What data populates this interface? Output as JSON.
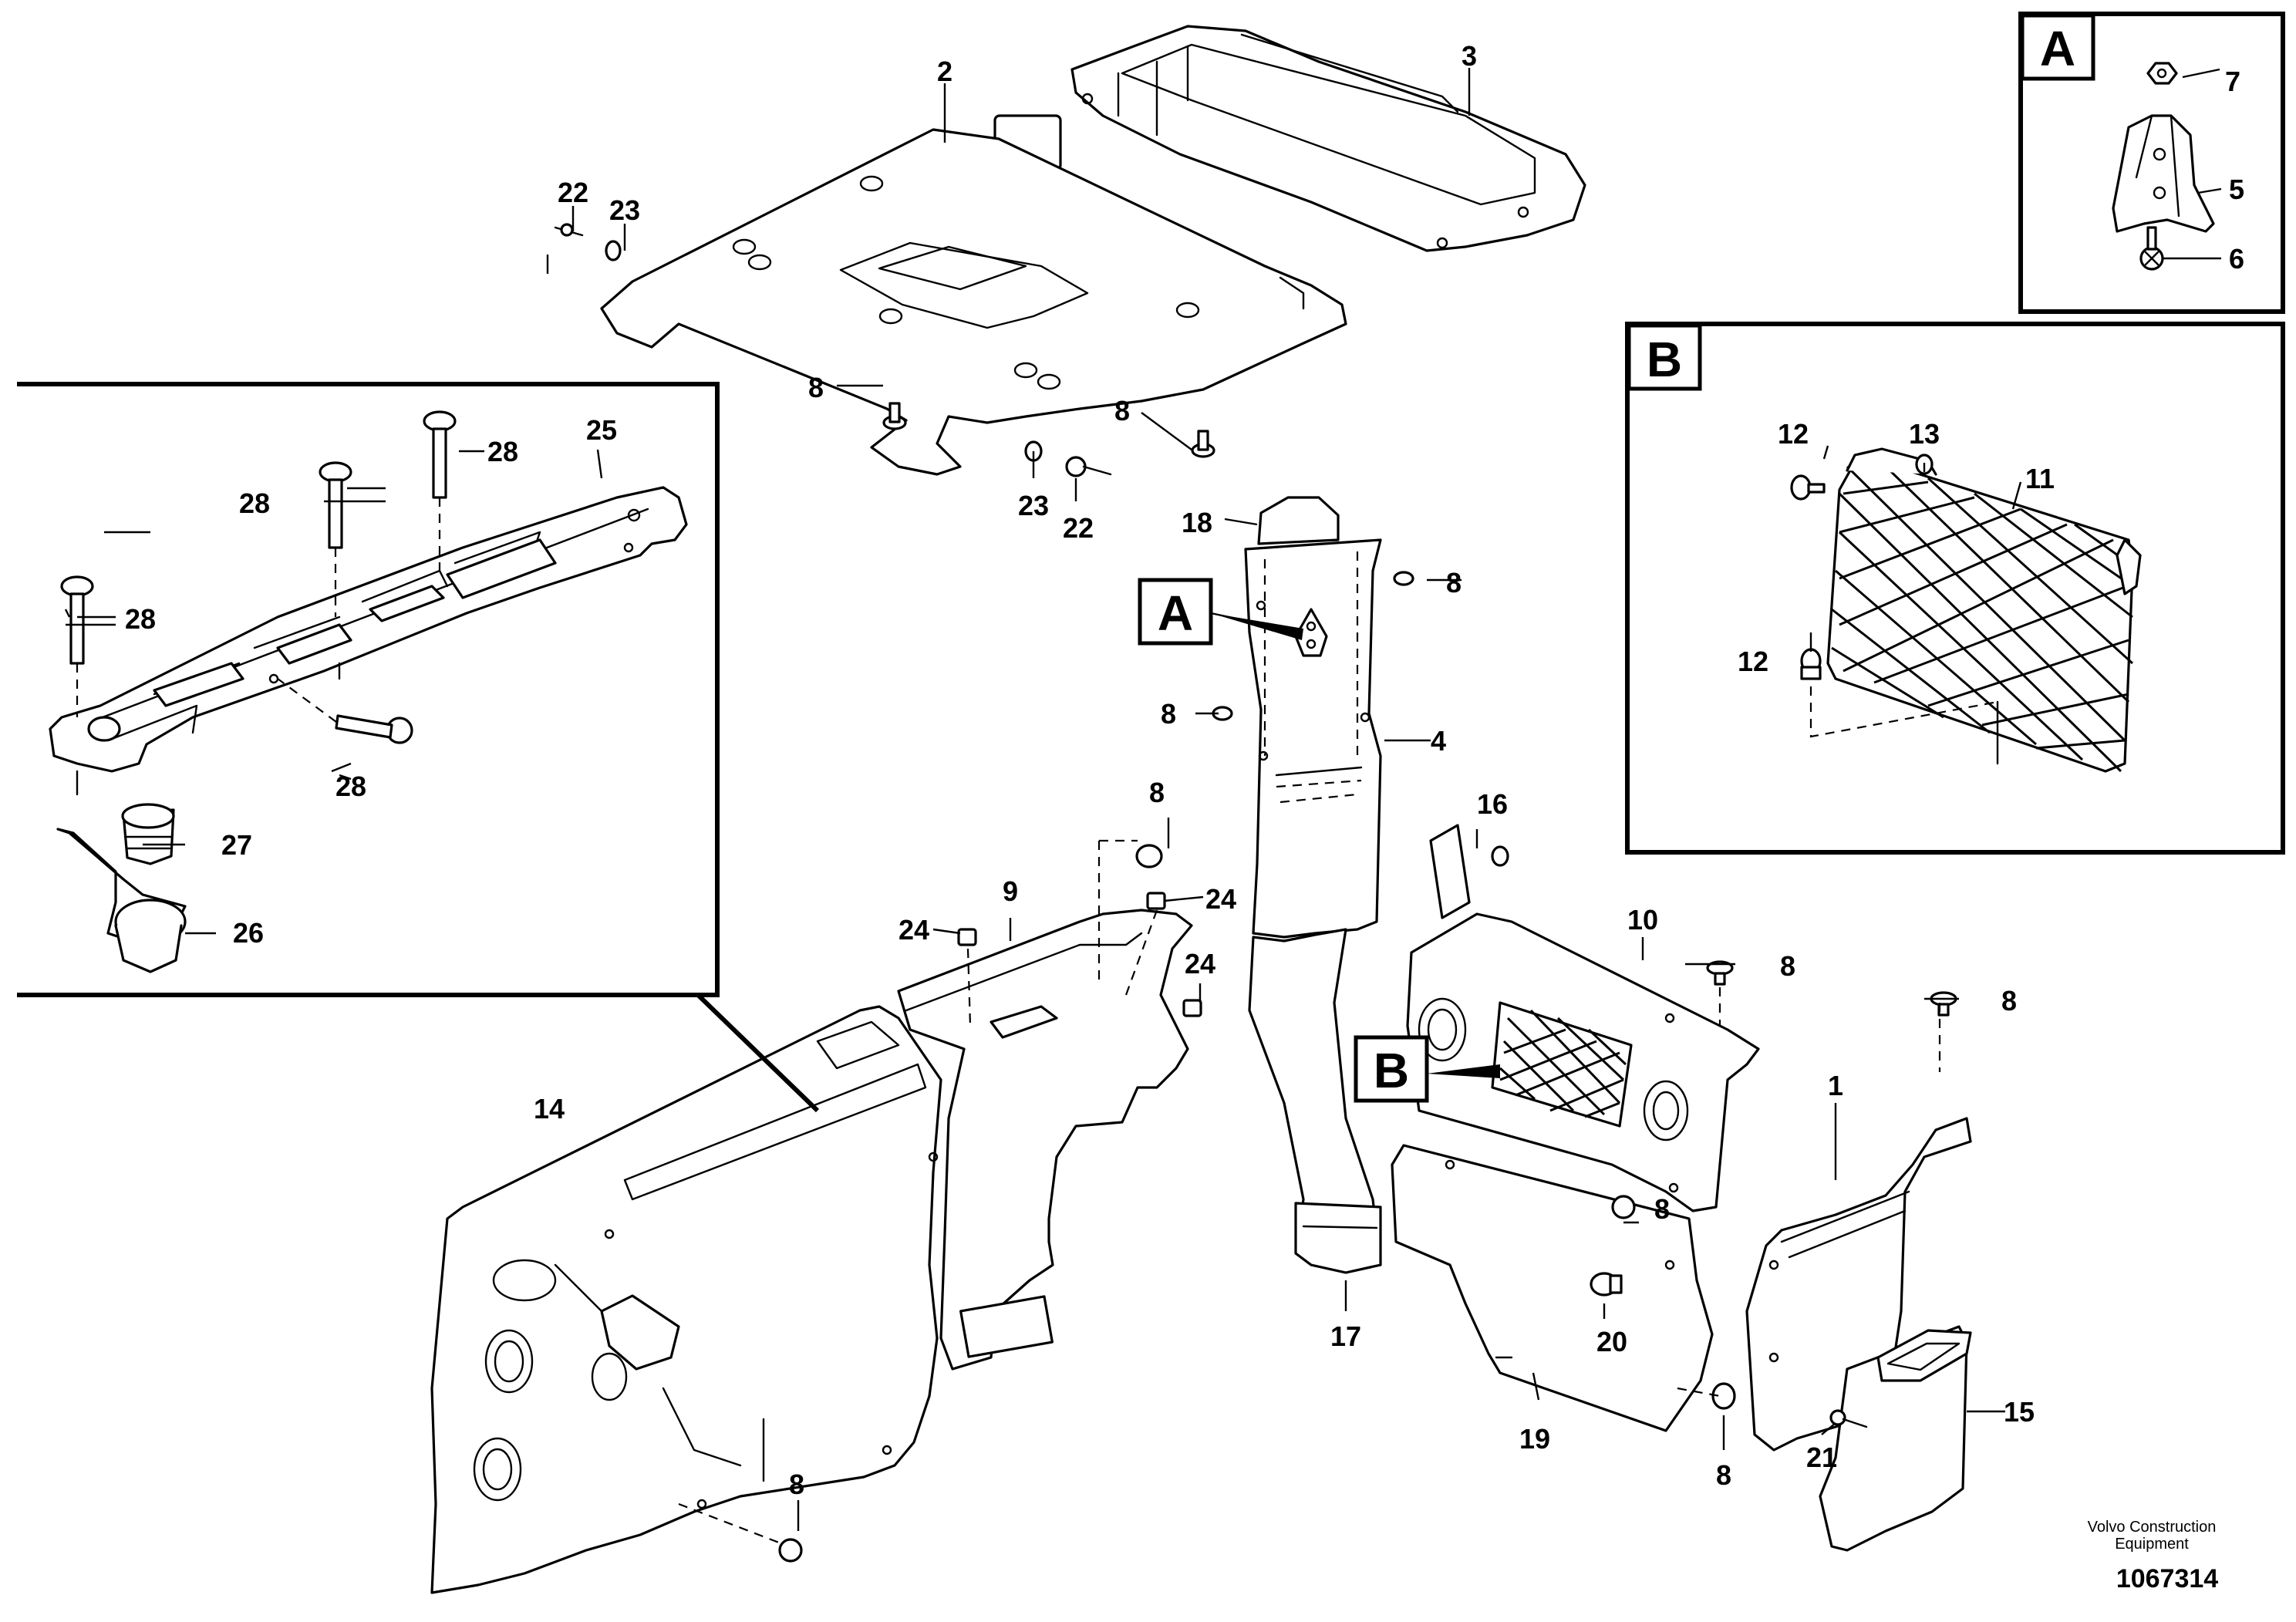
{
  "footer": {
    "brand_line1": "Volvo Construction",
    "brand_line2": "Equipment",
    "document_number": "1067314"
  },
  "detail_views": [
    "A",
    "B"
  ],
  "callouts": {
    "c1": "1",
    "c2": "2",
    "c3": "3",
    "c4": "4",
    "c5": "5",
    "c6": "6",
    "c7": "7",
    "c8": "8",
    "c9": "9",
    "c10": "10",
    "c11": "11",
    "c12": "12",
    "c13": "13",
    "c14": "14",
    "c15": "15",
    "c16": "16",
    "c17": "17",
    "c18": "18",
    "c19": "19",
    "c20": "20",
    "c21": "21",
    "c22": "22",
    "c23": "23",
    "c24": "24",
    "c25": "25",
    "c26": "26",
    "c27": "27",
    "c28": "28"
  }
}
